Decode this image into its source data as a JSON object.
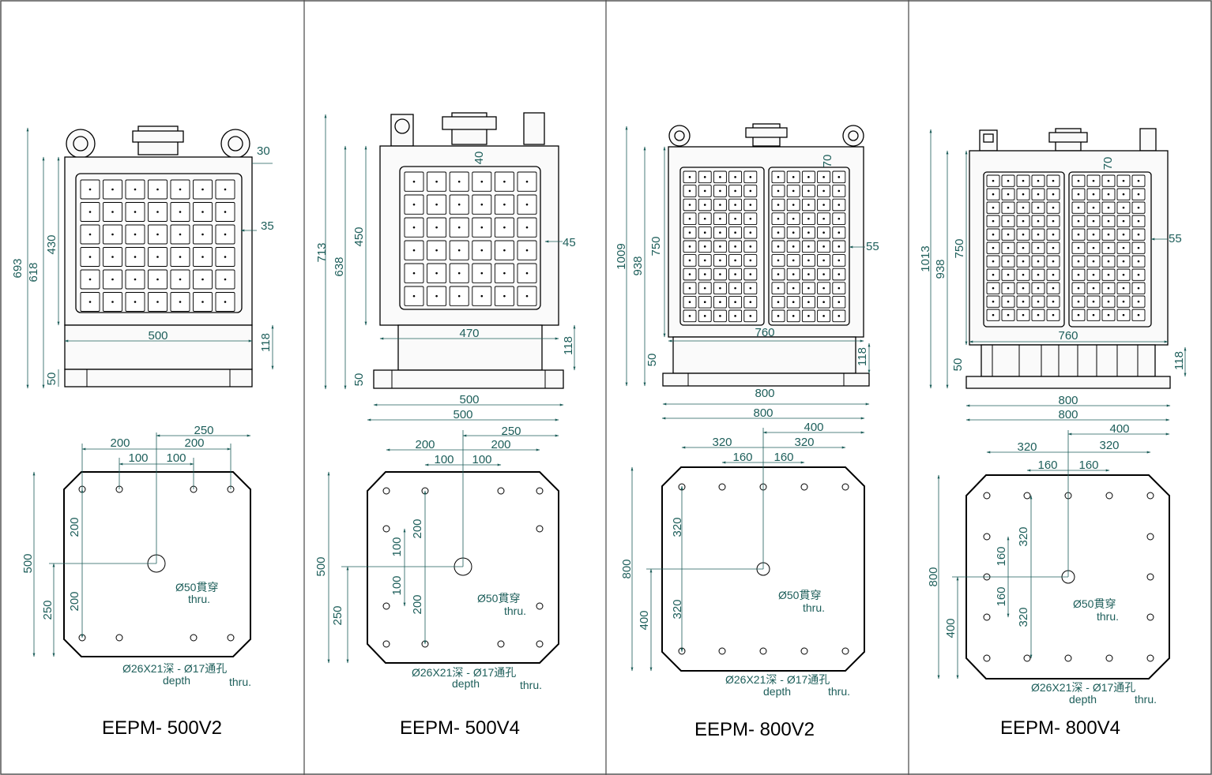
{
  "models": [
    {
      "name": "EEPM- 500V2",
      "front": {
        "height_total": "693",
        "height_618": "618",
        "height_430": "430",
        "dim_30": "30",
        "dim_35": "35",
        "width": "500",
        "dim_118": "118",
        "dim_50": "50"
      },
      "bottom": {
        "dim_250": "250",
        "dim_200a": "200",
        "dim_200b": "200",
        "dim_100a": "100",
        "dim_100b": "100",
        "v200a": "200",
        "v200b": "200",
        "v500": "500",
        "v250": "250",
        "center_hole": "Ø50貫穿",
        "center_thru": "thru.",
        "hole_spec": "Ø26X21深  -  Ø17通孔",
        "depth": "depth",
        "thru": "thru."
      }
    },
    {
      "name": "EEPM- 500V4",
      "front": {
        "height_total": "713",
        "height_638": "638",
        "height_450": "450",
        "dim_40": "40",
        "dim_45": "45",
        "width": "470",
        "dim_118": "118",
        "dim_50": "50",
        "base_width": "500"
      },
      "bottom": {
        "width": "500",
        "dim_250": "250",
        "dim_200a": "200",
        "dim_200b": "200",
        "dim_100a": "100",
        "dim_100b": "100",
        "v200a": "200",
        "v200b": "200",
        "v100a": "100",
        "v100b": "100",
        "v500": "500",
        "v250": "250",
        "center_hole": "Ø50貫穿",
        "center_thru": "thru.",
        "hole_spec": "Ø26X21深  -  Ø17通孔",
        "depth": "depth",
        "thru": "thru."
      }
    },
    {
      "name": "EEPM- 800V2",
      "front": {
        "height_total": "1009",
        "height_938": "938",
        "height_750": "750",
        "dim_70": "70",
        "dim_55": "55",
        "width": "760",
        "dim_118": "118",
        "dim_50": "50",
        "base_width": "800"
      },
      "bottom": {
        "width": "800",
        "dim_400": "400",
        "dim_320a": "320",
        "dim_320b": "320",
        "dim_160a": "160",
        "dim_160b": "160",
        "v320a": "320",
        "v320b": "320",
        "v800": "800",
        "v400": "400",
        "center_hole": "Ø50貫穿",
        "center_thru": "thru.",
        "hole_spec": "Ø26X21深  -  Ø17通孔",
        "depth": "depth",
        "thru": "thru."
      }
    },
    {
      "name": "EEPM- 800V4",
      "front": {
        "height_total": "1013",
        "height_938": "938",
        "height_750": "750",
        "dim_70": "70",
        "dim_55": "55",
        "width": "760",
        "dim_118": "118",
        "dim_50": "50",
        "base_width": "800"
      },
      "bottom": {
        "width": "800",
        "dim_400": "400",
        "dim_320a": "320",
        "dim_320b": "320",
        "dim_160a": "160",
        "dim_160b": "160",
        "v320a": "320",
        "v320b": "320",
        "v160a": "160",
        "v160b": "160",
        "v800": "800",
        "v400": "400",
        "center_hole": "Ø50貫穿",
        "center_thru": "thru.",
        "hole_spec": "Ø26X21深  -  Ø17通孔",
        "depth": "depth",
        "thru": "thru."
      }
    }
  ],
  "colors": {
    "dimension": "#1d5e5a",
    "outline": "#000000",
    "border": "#555555"
  }
}
